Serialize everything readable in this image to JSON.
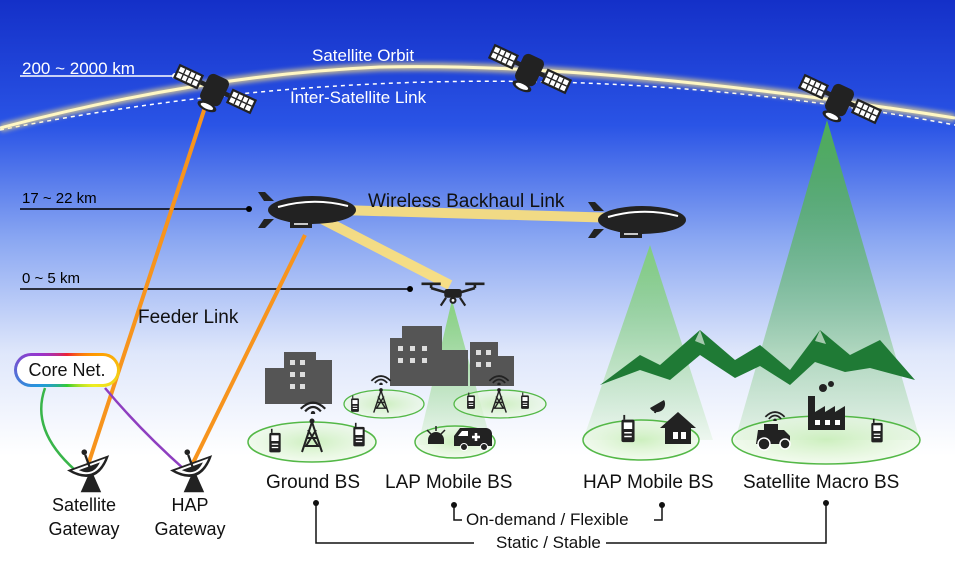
{
  "colors": {
    "sky_top": "#1430c8",
    "sky_mid": "#3d6bf0",
    "orbit_glow": "#ffe680",
    "feeder_link": "#f7941d",
    "backhaul_link": "#ffe27a",
    "coverage_green": "#54b847",
    "mountain_green": "#1f7a35"
  },
  "altitudes": {
    "satellite": "200 ~ 2000 km",
    "hap": "17 ~ 22 km",
    "lap": "0 ~ 5 km"
  },
  "links": {
    "satellite_orbit": "Satellite Orbit",
    "inter_satellite": "Inter-Satellite Link",
    "wireless_backhaul": "Wireless Backhaul Link",
    "feeder": "Feeder Link"
  },
  "core_network": "Core Net.",
  "gateways": {
    "satellite_line1": "Satellite",
    "satellite_line2": "Gateway",
    "hap_line1": "HAP",
    "hap_line2": "Gateway"
  },
  "base_stations": {
    "ground": "Ground BS",
    "lap_mobile": "LAP Mobile BS",
    "hap_mobile": "HAP Mobile BS",
    "satellite_macro": "Satellite Macro BS"
  },
  "categories": {
    "on_demand": "On-demand / Flexible",
    "static": "Static / Stable"
  },
  "icons": [
    "satellite-icon",
    "airship-icon",
    "drone-icon",
    "dish-antenna-icon",
    "building-icon",
    "cell-tower-icon",
    "phone-icon",
    "ambulance-icon",
    "siren-icon",
    "house-icon",
    "tractor-icon",
    "factory-icon",
    "mountain-icon"
  ]
}
